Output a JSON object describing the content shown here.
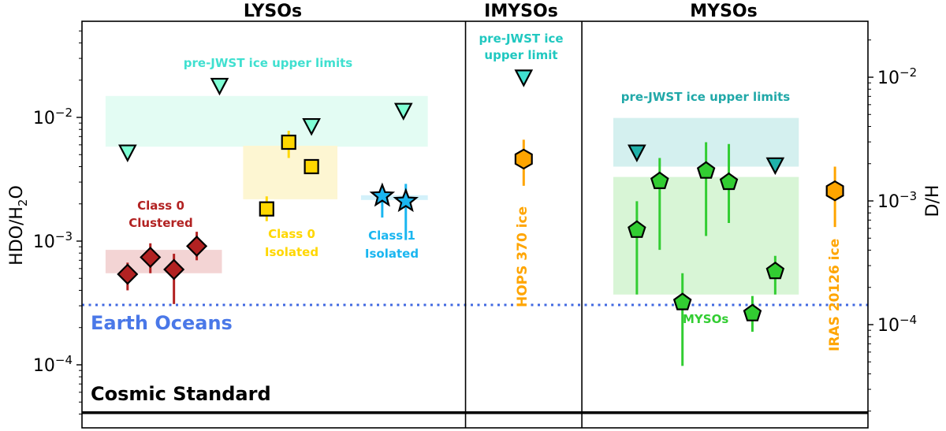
{
  "chart_data": {
    "type": "scatter",
    "title": "",
    "ylabel": "HDO/H2O",
    "ylabel_parts": {
      "main": "HDO/H",
      "sub": "2",
      "tail": "O"
    },
    "y2label": "D/H",
    "yscale": "log",
    "ylim": [
      3.1e-05,
      0.06
    ],
    "y2lim": [
      1.55e-05,
      0.03
    ],
    "y2_relation": "D/H = 0.5 * HDO/H2O",
    "yticks": [
      {
        "value": 0.01,
        "base": "10",
        "exp": "−2"
      },
      {
        "value": 0.001,
        "base": "10",
        "exp": "−3"
      },
      {
        "value": 0.0001,
        "base": "10",
        "exp": "−4"
      }
    ],
    "y2ticks": [
      {
        "value": 0.01,
        "base": "10",
        "exp": "−2"
      },
      {
        "value": 0.001,
        "base": "10",
        "exp": "−3"
      },
      {
        "value": 0.0001,
        "base": "10",
        "exp": "−4"
      }
    ],
    "grid": false,
    "panels": [
      {
        "name": "LYSOs",
        "x_range": [
          0,
          0.488
        ]
      },
      {
        "name": "IMYSOs",
        "x_range": [
          0.488,
          0.636
        ]
      },
      {
        "name": "MYSOs",
        "x_range": [
          0.636,
          1
        ]
      }
    ],
    "reference_lines": [
      {
        "label": "Earth Oceans",
        "value": 0.000305,
        "style": "dotted",
        "color": "#4169e1"
      },
      {
        "label": "Cosmic Standard",
        "value": 4.1e-05,
        "style": "solid",
        "color": "#000000"
      }
    ],
    "bands": [
      {
        "group": "LYSO pre-JWST ice upper limits",
        "x": [
          0.03,
          0.44
        ],
        "y": [
          0.0058,
          0.0149
        ],
        "color": "#e3fcf3"
      },
      {
        "group": "Class 0 Isolated",
        "x": [
          0.205,
          0.325
        ],
        "y": [
          0.00218,
          0.0059
        ],
        "color": "#fdf6d2"
      },
      {
        "group": "Class 0 Clustered",
        "x": [
          0.03,
          0.178
        ],
        "y": [
          0.00055,
          0.00085
        ],
        "color": "#f3d4d4"
      },
      {
        "group": "Class 1 Isolated",
        "x": [
          0.355,
          0.44
        ],
        "y": [
          0.00215,
          0.00235
        ],
        "color": "#d3f1fa"
      },
      {
        "group": "MYSO pre-JWST ice upper limits",
        "x": [
          0.676,
          0.912
        ],
        "y": [
          0.004,
          0.0099
        ],
        "color": "#d4f0ef"
      },
      {
        "group": "MYSOs",
        "x": [
          0.676,
          0.912
        ],
        "y": [
          0.00037,
          0.0033
        ],
        "color": "#d8f5d6"
      }
    ],
    "series": [
      {
        "name": "LYSO pre-JWST ice upper limits",
        "marker": "triangle-down",
        "color": "#7fffd4",
        "label": "pre-JWST ice upper limits",
        "label_color": "#40e0d0",
        "points": [
          {
            "x": 0.058,
            "y": 0.0052
          },
          {
            "x": 0.175,
            "y": 0.018
          },
          {
            "x": 0.292,
            "y": 0.0085
          },
          {
            "x": 0.409,
            "y": 0.0113
          }
        ]
      },
      {
        "name": "Class 0 Clustered",
        "marker": "diamond",
        "color": "#b22222",
        "label": "Class 0\nClustered",
        "label_color": "#b22222",
        "points": [
          {
            "x": 0.058,
            "y": 0.00054,
            "ylo": 0.0004,
            "yhi": 0.00067
          },
          {
            "x": 0.087,
            "y": 0.00074,
            "ylo": 0.00055,
            "yhi": 0.00096
          },
          {
            "x": 0.117,
            "y": 0.00059,
            "ylo": 0.00031,
            "yhi": 0.00079
          },
          {
            "x": 0.146,
            "y": 0.00091,
            "ylo": 0.0007,
            "yhi": 0.00119
          }
        ]
      },
      {
        "name": "Class 0 Isolated",
        "marker": "square",
        "color": "#ffd700",
        "label": "Class 0\nIsolated",
        "label_color": "#ffd700",
        "points": [
          {
            "x": 0.235,
            "y": 0.00182,
            "ylo": 0.00145,
            "yhi": 0.0023
          },
          {
            "x": 0.263,
            "y": 0.0063,
            "ylo": 0.0047,
            "yhi": 0.0078
          },
          {
            "x": 0.292,
            "y": 0.004
          }
        ]
      },
      {
        "name": "Class 1 Isolated",
        "marker": "star",
        "color": "#1ab6f0",
        "label": "Class 1\nIsolated",
        "label_color": "#1ab6f0",
        "points": [
          {
            "x": 0.382,
            "y": 0.00232,
            "ylo": 0.00155,
            "yhi": 0.00232
          },
          {
            "x": 0.412,
            "y": 0.0021,
            "ylo": 0.00102,
            "yhi": 0.0029
          }
        ]
      },
      {
        "name": "IMYSO pre-JWST ice upper limit",
        "marker": "triangle-down",
        "color": "#40e0d0",
        "label": "pre-JWST ice\nupper limit",
        "label_color": "#20c8c0",
        "points": [
          {
            "x": 0.562,
            "y": 0.021
          }
        ]
      },
      {
        "name": "HOPS 370 ice",
        "marker": "hexagon",
        "color": "#ffa500",
        "label": "HOPS 370 ice",
        "label_color": "#ffa500",
        "points": [
          {
            "x": 0.562,
            "y": 0.0046,
            "ylo": 0.0028,
            "yhi": 0.0066
          }
        ]
      },
      {
        "name": "MYSO pre-JWST ice upper limits",
        "marker": "triangle-down",
        "color": "#20b2aa",
        "label": "pre-JWST ice upper limits",
        "label_color": "#20a8a8",
        "points": [
          {
            "x": 0.706,
            "y": 0.0052
          },
          {
            "x": 0.882,
            "y": 0.0041
          }
        ]
      },
      {
        "name": "MYSOs",
        "marker": "pentagon",
        "color": "#32cd32",
        "label": "MYSOs",
        "label_color": "#32cd32",
        "points": [
          {
            "x": 0.706,
            "y": 0.00123,
            "ylo": 0.00037,
            "yhi": 0.0021
          },
          {
            "x": 0.735,
            "y": 0.00305,
            "ylo": 0.00085,
            "yhi": 0.0047
          },
          {
            "x": 0.764,
            "y": 0.00032,
            "ylo": 9.8e-05,
            "yhi": 0.00055
          },
          {
            "x": 0.794,
            "y": 0.0037,
            "ylo": 0.0011,
            "yhi": 0.0063
          },
          {
            "x": 0.823,
            "y": 0.003,
            "ylo": 0.0014,
            "yhi": 0.0061
          },
          {
            "x": 0.853,
            "y": 0.00026,
            "ylo": 0.000185,
            "yhi": 0.00036
          },
          {
            "x": 0.882,
            "y": 0.00057,
            "ylo": 0.00037,
            "yhi": 0.00076
          }
        ]
      },
      {
        "name": "IRAS 20126 ice",
        "marker": "hexagon",
        "color": "#ffa500",
        "label": "IRAS 20126 ice",
        "label_color": "#ffa500",
        "points": [
          {
            "x": 0.958,
            "y": 0.00255,
            "ylo": 0.0013,
            "yhi": 0.004
          }
        ]
      }
    ]
  }
}
